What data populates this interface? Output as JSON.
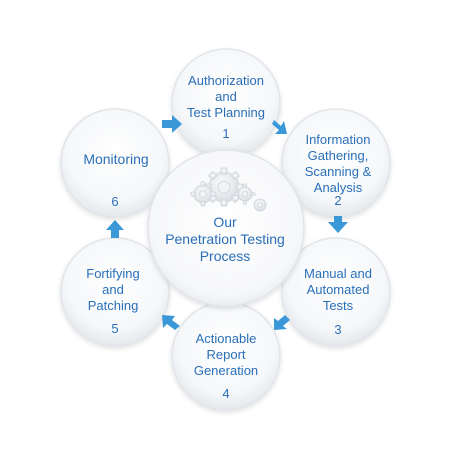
{
  "center": {
    "line1": "Our",
    "line2": "Penetration Testing",
    "line3": "Process"
  },
  "steps": [
    {
      "lines": [
        "Authorization",
        "and",
        "Test Planning"
      ],
      "number": "1"
    },
    {
      "lines": [
        "Information",
        "Gathering,",
        "Scanning &",
        "Analysis"
      ],
      "number": "2"
    },
    {
      "lines": [
        "Manual and",
        "Automated",
        "Tests"
      ],
      "number": "3"
    },
    {
      "lines": [
        "Actionable",
        "Report",
        "Generation"
      ],
      "number": "4"
    },
    {
      "lines": [
        "Fortifying",
        "and",
        "Patching"
      ],
      "number": "5"
    },
    {
      "lines": [
        "Monitoring"
      ],
      "number": "6"
    }
  ],
  "colors": {
    "text": "#2a6fb8",
    "arrow": "#3a98d8",
    "circle_fill": "#f4f6f8",
    "circle_edge": "#dfe3e8"
  }
}
